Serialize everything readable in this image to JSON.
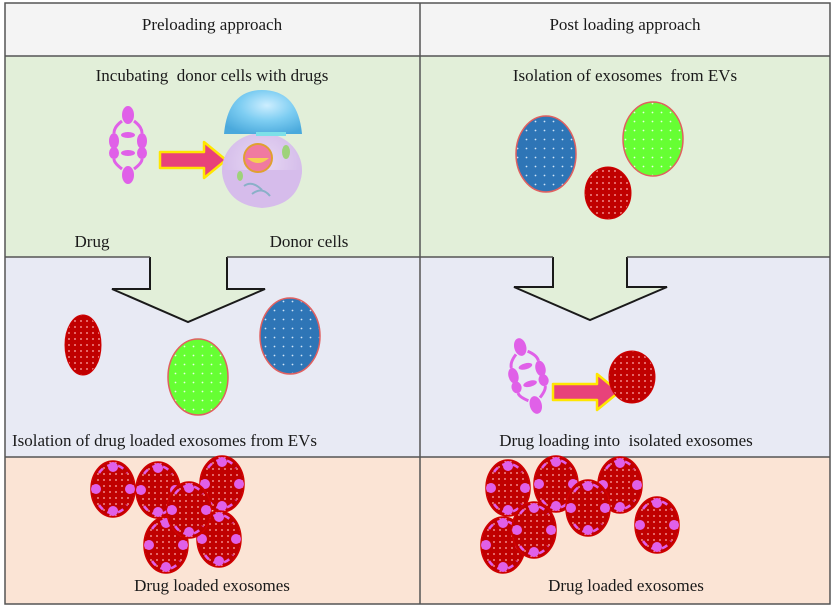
{
  "figure": {
    "columns": [
      {
        "header": "Preloading approach",
        "row1_title": "Incubating  donor cells with drugs",
        "row1_labels": {
          "left": "Drug",
          "right": "Donor cells"
        },
        "row2_caption": "Isolation of drug loaded exosomes from EVs",
        "row3_caption": "Drug loaded exosomes"
      },
      {
        "header": "Post loading approach",
        "row1_title": "Isolation of exosomes  from EVs",
        "row2_caption": "Drug loading into  isolated exosomes",
        "row3_caption": "Drug loaded exosomes"
      }
    ],
    "icons": {
      "drug": "drug-molecule-icon",
      "cell": "donor-cell-icon",
      "arrow": "right-arrow-icon",
      "flow": "down-arrow-icon",
      "exosome": "exosome-icon",
      "loaded_exosome": "drug-loaded-exosome-icon"
    },
    "colors": {
      "header_bg": "#f4f4f4",
      "row1_bg": "#e2efd9",
      "row2_bg": "#e8eaf4",
      "row3_bg": "#fbe4d5",
      "exosome_red": "#c00000",
      "exosome_green": "#66ff33",
      "exosome_blue": "#2e75b6",
      "exosome_border": "#e06060",
      "drug_magenta": "#e060e8",
      "arrow_pink": "#e8427a",
      "arrow_outline": "#ffe600",
      "cell_cap": "#6ec6f0",
      "cell_body": "#dcc6ee",
      "grid_line": "#555555"
    }
  }
}
